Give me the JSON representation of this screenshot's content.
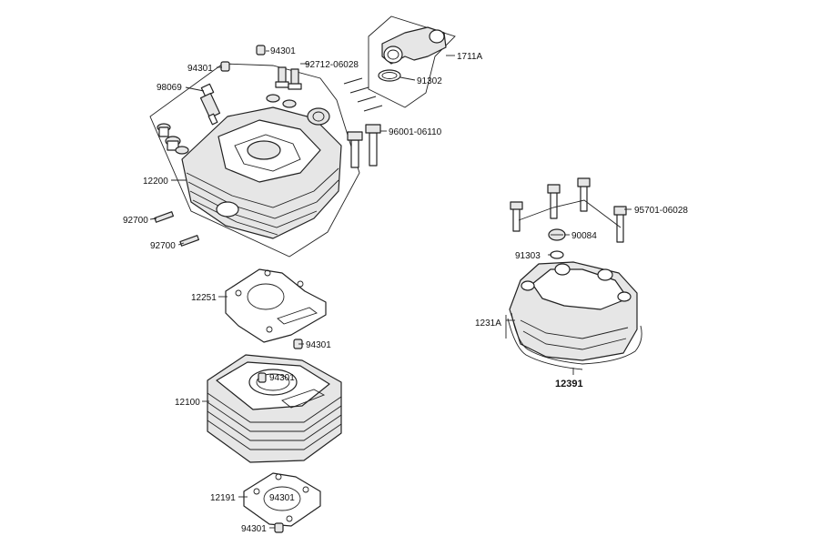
{
  "parts": {
    "p1711A": "1711A",
    "p91302": "91302",
    "p94301_top": "94301",
    "p94301_left": "94301",
    "p92712": "92712-06028",
    "p98069": "98069",
    "p96001": "96001-06110",
    "p12200": "12200",
    "p92700_a": "92700",
    "p92700_b": "92700",
    "p12251": "12251",
    "p94301_mid": "94301",
    "p94301_cyl": "94301",
    "p12100": "12100",
    "p12191": "12191",
    "p94301_gasket": "94301",
    "p94301_bottom": "94301",
    "p95701": "95701-06028",
    "p90084": "90084",
    "p91303": "91303",
    "p1231A": "1231A",
    "p12391": "12391"
  }
}
